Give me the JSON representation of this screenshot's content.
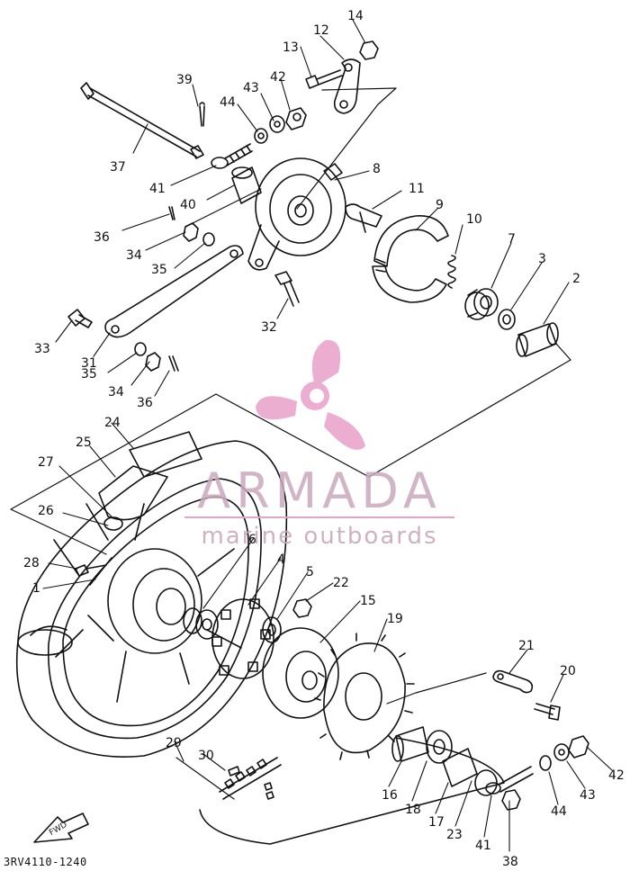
{
  "drawing_code": "3RV4110-1240",
  "direction_marker": "FWD",
  "watermark": {
    "brand": "ARMADA",
    "tagline": "marine outboards",
    "logo": "propeller-logo",
    "color": "#e8a0c8"
  },
  "callouts": {
    "n1": "1",
    "n2": "2",
    "n3": "3",
    "n4": "4",
    "n5": "5",
    "n6": "6",
    "n7": "7",
    "n8": "8",
    "n9": "9",
    "n10": "10",
    "n11": "11",
    "n12": "12",
    "n13": "13",
    "n14": "14",
    "n15": "15",
    "n16": "16",
    "n17": "17",
    "n18": "18",
    "n19": "19",
    "n20": "20",
    "n21": "21",
    "n22": "22",
    "n23": "23",
    "n24": "24",
    "n25": "25",
    "n26": "26",
    "n27": "27",
    "n28": "28",
    "n29": "29",
    "n30": "30",
    "n31": "31",
    "n32": "32",
    "n33": "33",
    "n34a": "34",
    "n34b": "34",
    "n35a": "35",
    "n35b": "35",
    "n36a": "36",
    "n36b": "36",
    "n37": "37",
    "n38": "38",
    "n39": "39",
    "n40": "40",
    "n41a": "41",
    "n41b": "41",
    "n42a": "42",
    "n42b": "42",
    "n43a": "43",
    "n43b": "43",
    "n44a": "44",
    "n44b": "44"
  }
}
